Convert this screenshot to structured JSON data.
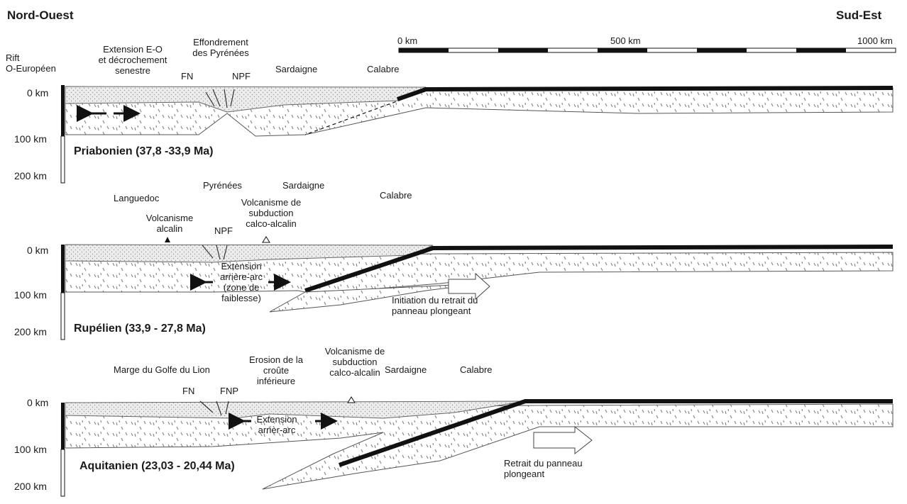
{
  "header": {
    "left": "Nord-Ouest",
    "right": "Sud-Est"
  },
  "scale": {
    "start": "0 km",
    "mid": "500 km",
    "end": "1000 km"
  },
  "panel1": {
    "y0": "0 km",
    "y100": "100 km",
    "y200": "200 km",
    "title": "Priabonien (37,8 -33,9 Ma)",
    "rift": "Rift\nO-Européen",
    "extension": "Extension E-O\net décrochement\nsenestre",
    "effondrement": "Effondrement\ndes Pyrénées",
    "fn": "FN",
    "npf": "NPF",
    "sardaigne": "Sardaigne",
    "calabre": "Calabre"
  },
  "panel2": {
    "y0": "0 km",
    "y100": "100 km",
    "y200": "200 km",
    "title": "Rupélien (33,9 - 27,8 Ma)",
    "languedoc": "Languedoc",
    "volc_alcalin": "Volcanisme\nalcalin",
    "pyrenees": "Pyrénées",
    "npf": "NPF",
    "volc_sub": "Volcanisme de\nsubduction\ncalco-alcalin",
    "sardaigne": "Sardaigne",
    "calabre": "Calabre",
    "ext": "Extension\narrière-arc\n(zone de\nfaiblesse)",
    "initiation": "Initiation du retrait du\npanneau plongeant"
  },
  "panel3": {
    "y0": "0 km",
    "y100": "100 km",
    "y200": "200 km",
    "title": "Aquitanien (23,03 - 20,44 Ma)",
    "marge": "Marge du Golfe du Lion",
    "fn": "FN",
    "fnp": "FNP",
    "erosion": "Erosion de la\ncroûte\ninférieure",
    "volc_sub": "Volcanisme de\nsubduction\ncalco-alcalin",
    "sardaigne": "Sardaigne",
    "calabre": "Calabre",
    "ext": "Extension\narrièr-arc",
    "retrait": "Retrait du panneau\nplongeant"
  }
}
